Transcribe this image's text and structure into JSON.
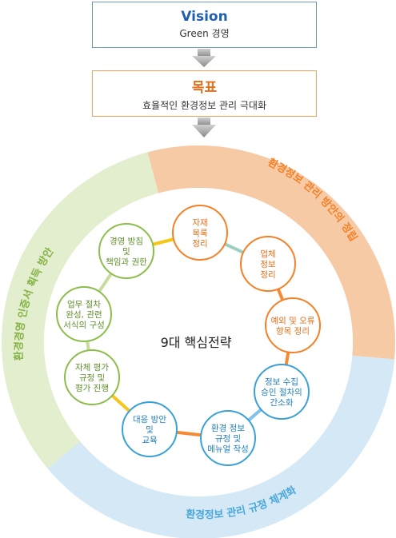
{
  "vision": {
    "title": "Vision",
    "subtitle": "Green 경영"
  },
  "goal": {
    "title": "목표",
    "subtitle": "효율적인 환경정보 관리 극대화"
  },
  "center_label": "9대 핵심전략",
  "sectors": [
    {
      "label": "환경정보 관리 방안의 정립",
      "color": "#f7caa6",
      "text_color": "#f58025"
    },
    {
      "label": "환경정보 관리 규정 체계화",
      "color": "#d4e8f6",
      "text_color": "#4aa7da"
    },
    {
      "label": "환경경영 인증서 획득 방안",
      "color": "#e2eecd",
      "text_color": "#86b348"
    }
  ],
  "strategies": [
    {
      "lines": [
        "자재",
        "목록",
        "정리"
      ],
      "color": "orange"
    },
    {
      "lines": [
        "업체",
        "정보",
        "정리"
      ],
      "color": "orange"
    },
    {
      "lines": [
        "예외 및 오류",
        "항목 정리"
      ],
      "color": "orange"
    },
    {
      "lines": [
        "정보 수집",
        "승인 절차의",
        "간소화"
      ],
      "color": "blue"
    },
    {
      "lines": [
        "환경 정보",
        "규정 및",
        "메뉴얼 작성"
      ],
      "color": "blue"
    },
    {
      "lines": [
        "대응 방안",
        "및",
        "교육"
      ],
      "color": "blue"
    },
    {
      "lines": [
        "자체 평가",
        "규정 및",
        "평가 진행"
      ],
      "color": "green"
    },
    {
      "lines": [
        "업무 절차",
        "완성, 관련",
        "서식의 구성"
      ],
      "color": "green"
    },
    {
      "lines": [
        "경영 방침",
        "및",
        "책임과 권한"
      ],
      "color": "green"
    }
  ],
  "colors": {
    "orange": {
      "stroke": "#f58025",
      "text": "#e56e18"
    },
    "blue": {
      "stroke": "#3aa0d8",
      "text": "#1f7fc0"
    },
    "green": {
      "stroke": "#8cbd4a",
      "text": "#5f8f2a"
    },
    "connector_gold": "#f5c518",
    "connector_teal": "#9ed0c0",
    "connector_orange": "#f58a32",
    "connector_blue": "#7fc1e8",
    "connector_green": "#c8dca0"
  }
}
